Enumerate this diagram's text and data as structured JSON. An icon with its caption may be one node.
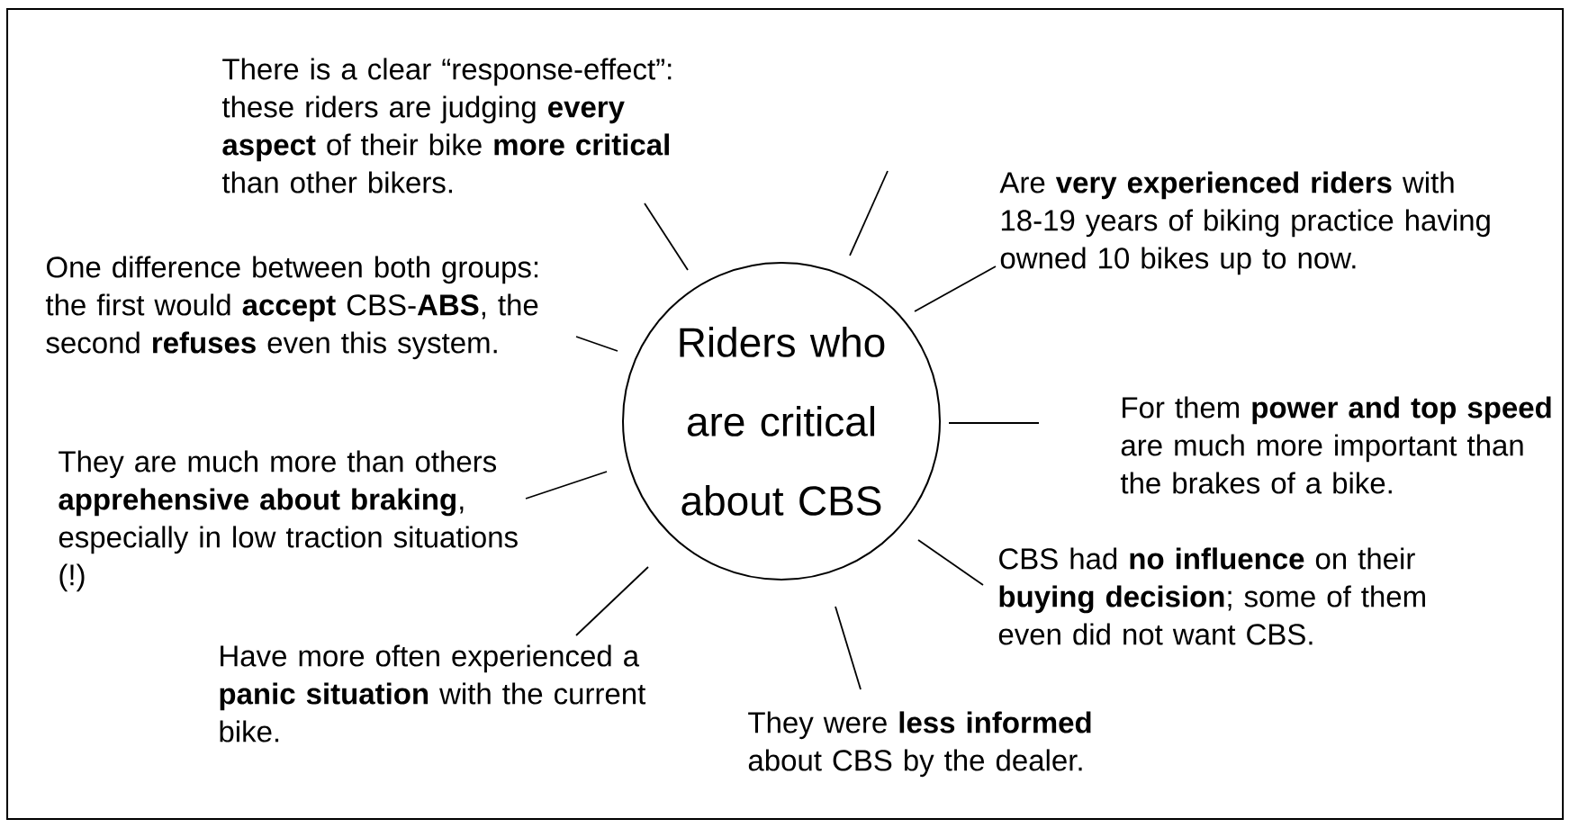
{
  "diagram": {
    "nodes": [
      {
        "text": [
          "Riders who are critical about CBS"
        ]
      },
      {
        "text": [
          "There is a clear “response-effect”: these riders are judging **every aspect** of their bike **more critical** than other bikers."
        ]
      },
      {
        "text": [
          "One difference between both groups: the first would **accept** CBS-**ABS**, the second **refuses** even this system."
        ]
      },
      {
        "text": [
          "They are much more than others **apprehensive about braking**, especially in low traction situations (!)"
        ]
      },
      {
        "text": [
          "Have more often experienced a **panic situation** with the current bike."
        ]
      },
      {
        "text": [
          "They were **less informed** about CBS by the dealer."
        ]
      },
      {
        "text": [
          "CBS had **no influence** on their **buying decision**; some of them even did not want CBS."
        ]
      },
      {
        "text": [
          "For them **power and top speed** are much more important than the brakes of a bike."
        ]
      },
      {
        "text": [
          "Are **very experienced riders** with 18-19 years of biking practice having owned 10 bikes up to now."
        ]
      }
    ],
    "edges": [
      {
        "from": 0,
        "to": 1,
        "arrow": "none"
      },
      {
        "from": 0,
        "to": 2,
        "arrow": "none"
      },
      {
        "from": 0,
        "to": 3,
        "arrow": "none"
      },
      {
        "from": 0,
        "to": 4,
        "arrow": "none"
      },
      {
        "from": 0,
        "to": 5,
        "arrow": "none"
      },
      {
        "from": 0,
        "to": 6,
        "arrow": "none"
      },
      {
        "from": 0,
        "to": 7,
        "arrow": "none"
      },
      {
        "from": 0,
        "to": 8,
        "arrow": "none"
      },
      {
        "from": 0,
        "to": null,
        "arrow": "none"
      }
    ]
  }
}
